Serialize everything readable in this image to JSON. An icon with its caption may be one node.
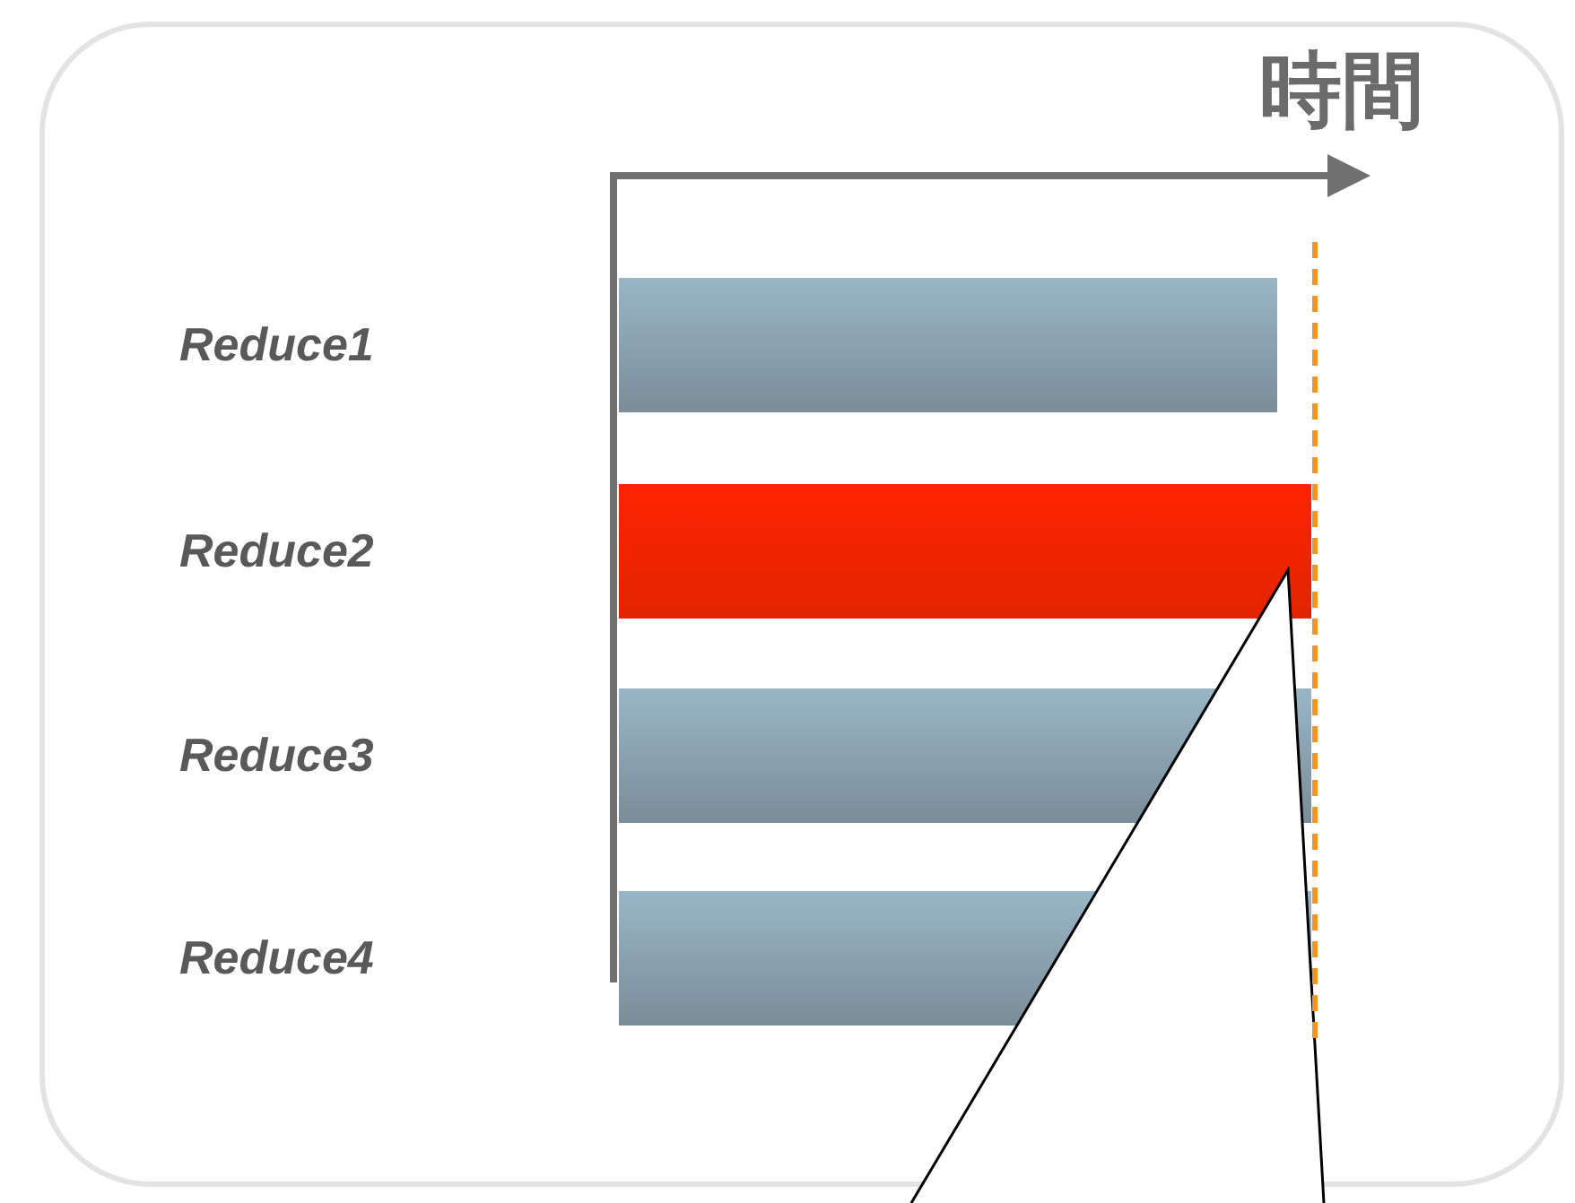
{
  "diagram": {
    "nodes": [
      {
        "text": [],
        "shape": "bar"
      },
      {
        "text": [],
        "shape": "bar"
      },
      {
        "text": [],
        "shape": "bar"
      },
      {
        "text": [],
        "shape": "bar"
      }
    ],
    "labels": [
      "時間",
      "Reduce1",
      "Reduce2",
      "Reduce3",
      "Reduce4"
    ]
  }
}
